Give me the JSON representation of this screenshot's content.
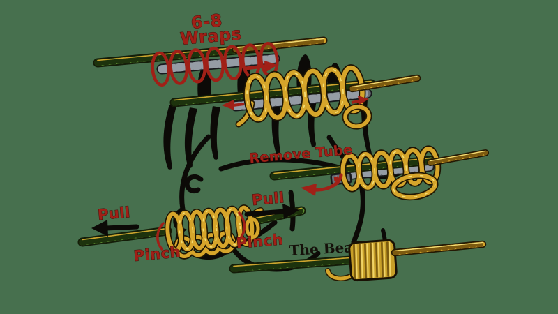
{
  "illustration": {
    "background_color": "#47704e",
    "knot_title_partial": "The Bear Es",
    "steps": {
      "step1": {
        "label_line1": "6-8",
        "label_line2": "Wraps"
      },
      "step3": {
        "label": "Remove Tube"
      },
      "step4": {
        "pull_left": "Pull",
        "pull_right": "Pull",
        "pinch_left": "Pinch",
        "pinch_right": "Pinch"
      }
    },
    "colors": {
      "annotation_red": "#a02017",
      "line_green": "#5b8b2f",
      "rope_gold": "#d6a52b",
      "tube_gray": "#686d75",
      "ink_black": "#0c0a07",
      "title_black": "#15100a"
    }
  }
}
